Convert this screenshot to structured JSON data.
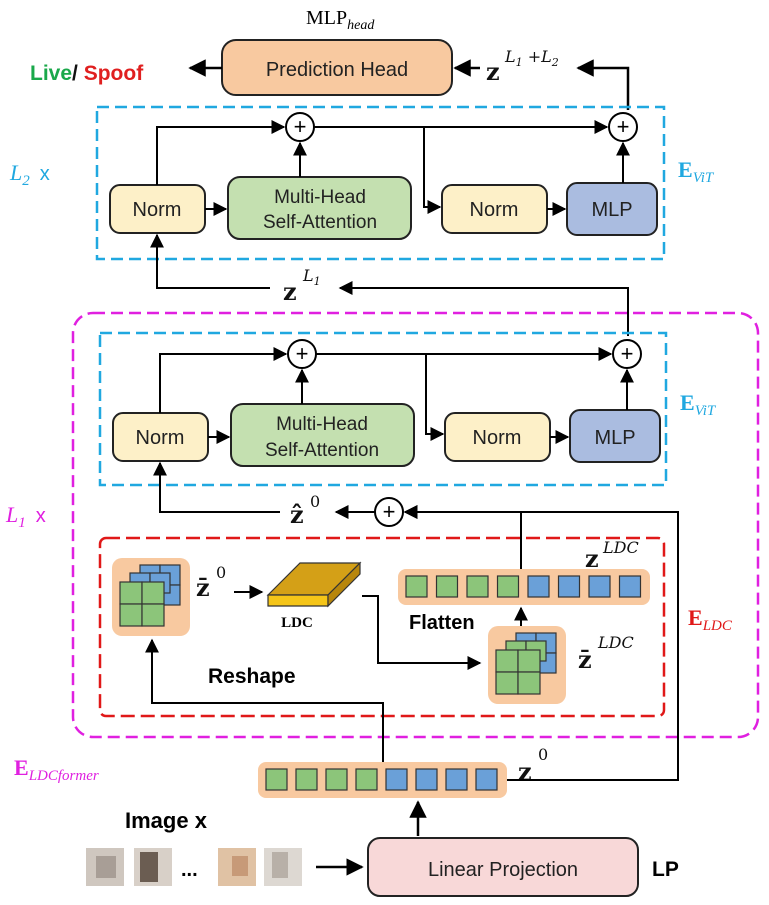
{
  "colors": {
    "cyan": "#20a8e0",
    "magenta": "#e020e0",
    "red": "#e01818",
    "live_green": "#1aa84a",
    "spoof_red": "#e02020",
    "norm_fill": "#fdf0c8",
    "mha_fill": "#c4e0b0",
    "mlp_fill": "#aabce0",
    "pred_fill": "#f8c9a0",
    "lp_fill": "#f8d8d8",
    "token_green": "#8cc57a",
    "token_blue": "#6aa0d8",
    "ldc_gold": "#d4a017"
  },
  "labels": {
    "mlp_head": "MLP",
    "mlp_head_sub": "head",
    "live": "Live",
    "slash": "/",
    "spoof": "Spoof",
    "prediction_head": "Prediction Head",
    "z_out": "z",
    "z_out_sup_a": "L",
    "z_out_sup_a_sub": "1",
    "z_out_sup_plus": " +L",
    "z_out_sup_b_sub": "2",
    "l2_a": "L",
    "l2_sub": "2",
    "l2_x": "x",
    "l1_a": "L",
    "l1_sub": "1",
    "l1_x": "x",
    "evit_a": "E",
    "evit_sub": "ViT",
    "norm": "Norm",
    "mha_line1": "Multi-Head",
    "mha_line2": "Self-Attention",
    "mlp": "MLP",
    "z_l1": "z",
    "z_l1_sup": "L",
    "z_l1_sup_sub": "1",
    "zhat": "ẑ",
    "zhat_sup": "0",
    "plus": "+",
    "zbar0": "z̄",
    "zbar0_sup": "0",
    "ldc": "LDC",
    "flatten": "Flatten",
    "reshape": "Reshape",
    "z_ldc": "z",
    "z_ldc_sup": "LDC",
    "zbar_ldc": "z̄",
    "zbar_ldc_sup": "LDC",
    "eldc_a": "E",
    "eldc_sub": "LDC",
    "eldcformer_a": "E",
    "eldcformer_sub": "LDCformer",
    "z0": "z",
    "z0_sup": "0",
    "image_x": "Image x",
    "ellipsis": "...",
    "linear_projection": "Linear Projection",
    "lp": "LP"
  }
}
